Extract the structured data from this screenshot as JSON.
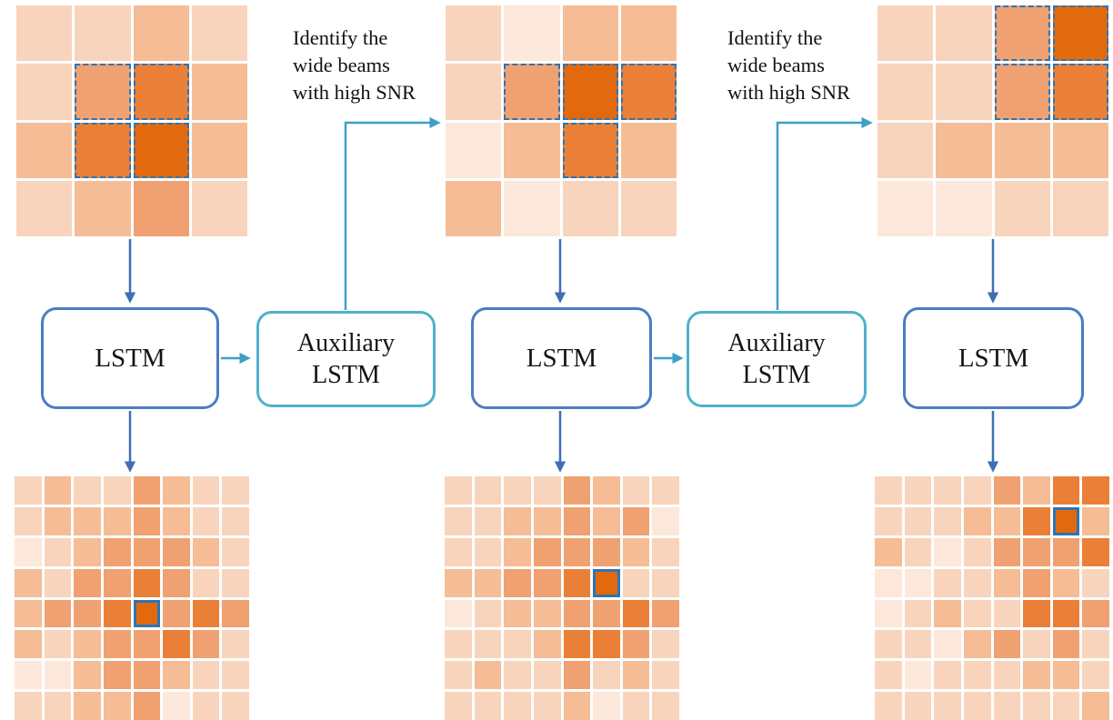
{
  "labels": {
    "lstm": "LSTM",
    "auxiliary_line1": "Auxiliary",
    "auxiliary_line2": "LSTM"
  },
  "annotation": {
    "lines": [
      "Identify the",
      "wide beams",
      "with high SNR"
    ]
  },
  "colors": {
    "heat_palette": [
      "#FCE8DB",
      "#F9D4BD",
      "#F5BC96",
      "#F0A171",
      "#EA8038",
      "#E2690E"
    ],
    "dashed_selection": "#2D74B4",
    "solid_selection": "#2D74B4",
    "lstm_border": "#4A7EC2",
    "aux_border": "#4FB1CB",
    "arrow_blue": "#3E6FB4",
    "arrow_teal": "#3FA0C4"
  },
  "grids": {
    "top": [
      {
        "cells": [
          [
            2,
            2,
            3,
            2
          ],
          [
            2,
            4,
            5,
            3
          ],
          [
            3,
            5,
            6,
            3
          ],
          [
            2,
            3,
            4,
            2
          ]
        ],
        "dashed": [
          [
            1,
            1
          ],
          [
            1,
            2
          ],
          [
            2,
            1
          ],
          [
            2,
            2
          ]
        ]
      },
      {
        "cells": [
          [
            2,
            1,
            3,
            3
          ],
          [
            2,
            4,
            6,
            5
          ],
          [
            1,
            3,
            5,
            3
          ],
          [
            3,
            1,
            2,
            2
          ]
        ],
        "dashed": [
          [
            1,
            1
          ],
          [
            1,
            2
          ],
          [
            1,
            3
          ],
          [
            2,
            2
          ]
        ]
      },
      {
        "cells": [
          [
            2,
            2,
            4,
            6
          ],
          [
            2,
            2,
            4,
            5
          ],
          [
            2,
            3,
            3,
            3
          ],
          [
            1,
            1,
            2,
            2
          ]
        ],
        "dashed": [
          [
            0,
            2
          ],
          [
            0,
            3
          ],
          [
            1,
            2
          ],
          [
            1,
            3
          ]
        ]
      }
    ],
    "bottom": [
      {
        "cells": [
          [
            2,
            3,
            2,
            2,
            4,
            3,
            2,
            2
          ],
          [
            2,
            3,
            3,
            3,
            4,
            3,
            2,
            2
          ],
          [
            1,
            2,
            3,
            4,
            4,
            4,
            3,
            2
          ],
          [
            3,
            2,
            4,
            4,
            5,
            4,
            2,
            2
          ],
          [
            3,
            4,
            4,
            5,
            6,
            4,
            5,
            4
          ],
          [
            3,
            2,
            3,
            4,
            4,
            5,
            4,
            2
          ],
          [
            1,
            1,
            3,
            4,
            4,
            3,
            2,
            2
          ],
          [
            2,
            2,
            3,
            3,
            4,
            1,
            2,
            2
          ]
        ],
        "selected": [
          4,
          4
        ]
      },
      {
        "cells": [
          [
            2,
            2,
            2,
            2,
            4,
            3,
            2,
            2
          ],
          [
            2,
            2,
            3,
            3,
            4,
            3,
            4,
            1
          ],
          [
            2,
            2,
            3,
            4,
            4,
            4,
            3,
            2
          ],
          [
            3,
            3,
            4,
            4,
            5,
            6,
            2,
            2
          ],
          [
            1,
            2,
            3,
            3,
            4,
            4,
            5,
            4
          ],
          [
            2,
            2,
            2,
            3,
            5,
            5,
            4,
            2
          ],
          [
            2,
            3,
            2,
            2,
            4,
            2,
            3,
            2
          ],
          [
            2,
            2,
            2,
            2,
            3,
            1,
            2,
            2
          ]
        ],
        "selected": [
          3,
          5
        ]
      },
      {
        "cells": [
          [
            2,
            2,
            2,
            2,
            4,
            3,
            5,
            5
          ],
          [
            2,
            2,
            2,
            3,
            3,
            5,
            6,
            3
          ],
          [
            3,
            2,
            1,
            2,
            4,
            4,
            4,
            5
          ],
          [
            1,
            1,
            2,
            2,
            3,
            4,
            3,
            2
          ],
          [
            1,
            2,
            3,
            2,
            2,
            5,
            5,
            4
          ],
          [
            2,
            2,
            1,
            3,
            4,
            2,
            4,
            2
          ],
          [
            2,
            1,
            2,
            2,
            2,
            3,
            3,
            2
          ],
          [
            2,
            2,
            2,
            2,
            2,
            2,
            2,
            3
          ]
        ],
        "selected": [
          1,
          6
        ]
      }
    ]
  }
}
